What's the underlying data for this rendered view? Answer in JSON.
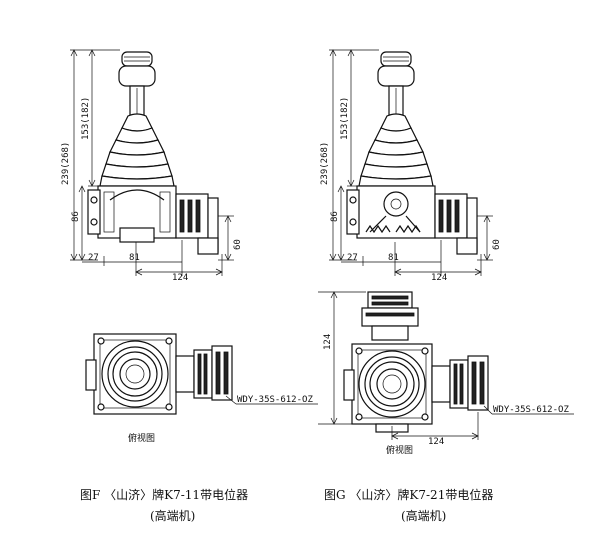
{
  "left": {
    "dims": {
      "h_total": "239(268)",
      "h_upper": "153(182)",
      "h_86": "86",
      "h_60": "60",
      "w_27": "27",
      "w_81": "81",
      "w_124": "124"
    },
    "part_code": "WDY-35S-612-OZ",
    "view_label": "俯视图",
    "caption_line1": "图F 〈山济〉牌K7-11带电位器",
    "caption_line2": "(高端机)"
  },
  "right": {
    "dims": {
      "h_total": "239(268)",
      "h_upper": "153(182)",
      "h_86": "86",
      "h_60": "60",
      "w_27": "27",
      "w_81": "81",
      "w_124": "124",
      "top_124": "124",
      "bottom_124": "124"
    },
    "part_code": "WDY-35S-612-OZ",
    "view_label": "俯视图",
    "caption_line1": "图G 〈山济〉牌K7-21带电位器",
    "caption_line2": "(高端机)"
  }
}
